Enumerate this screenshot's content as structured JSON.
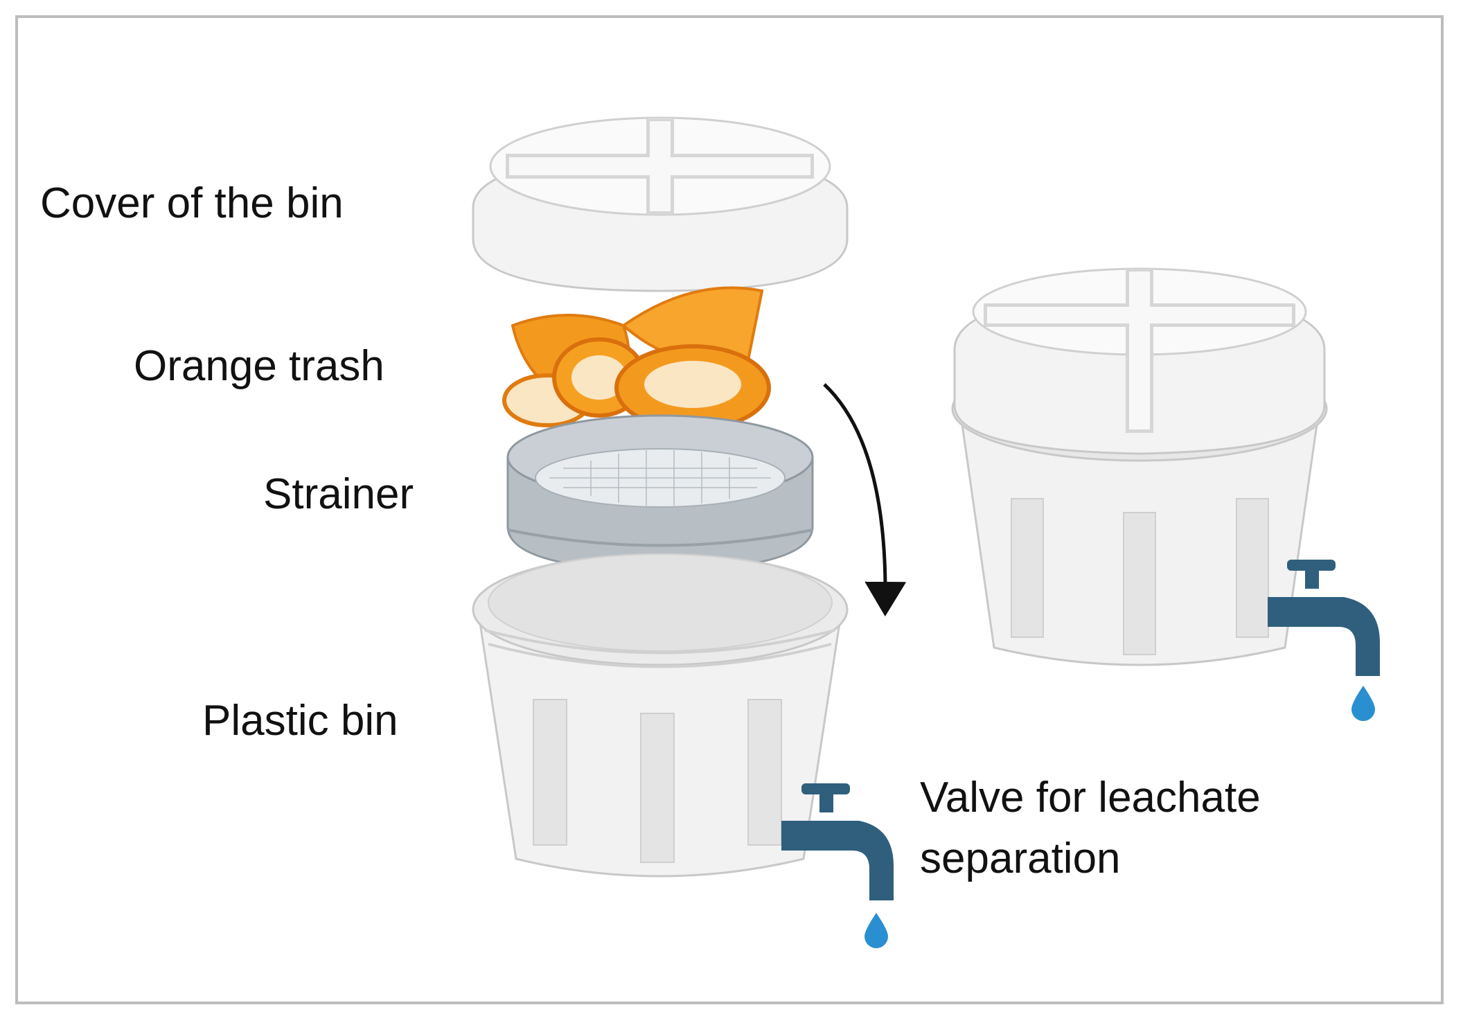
{
  "labels": {
    "cover": "Cover of the bin",
    "orange": "Orange trash",
    "strainer": "Strainer",
    "bin": "Plastic bin",
    "valve_line1": "Valve for leachate",
    "valve_line2": "separation"
  },
  "colors": {
    "plastic": "#f2f2f2",
    "plastic_shade": "#d9d9d9",
    "outline": "#c8c8c8",
    "strainer": "#b7bec4",
    "orange": "#f39a1e",
    "orange_dark": "#e07b10",
    "pith": "#fbe6c4",
    "valve": "#2f5f7d",
    "drop": "#2a8fd0",
    "arrow": "#111111"
  }
}
